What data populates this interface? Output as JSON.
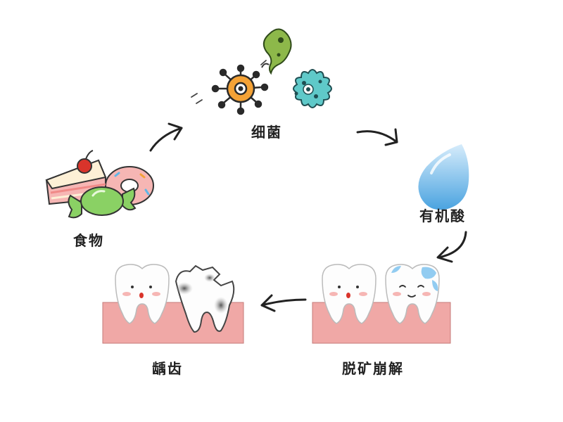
{
  "labels": {
    "bacteria": "细菌",
    "food": "食物",
    "acid": "有机酸",
    "demineralization": "脱矿崩解",
    "caries": "龋齿"
  },
  "colors": {
    "bacteria_orange": "#f4a236",
    "bacteria_teal": "#5fc9c9",
    "bacteria_green": "#8db84a",
    "acid_blue": "#7fc3ee",
    "gum_pink": "#f0a8a6",
    "tooth_white": "#fdfdfd",
    "cake_pink": "#f6b6b4",
    "candy_green": "#8ad164",
    "arrow": "#222222"
  },
  "icons": [
    "bacteria-orange-icon",
    "bacteria-teal-icon",
    "bacteria-green-icon",
    "acid-drop-icon",
    "cake-icon",
    "donut-icon",
    "candy-icon",
    "tooth-icon",
    "decayed-tooth-icon"
  ]
}
